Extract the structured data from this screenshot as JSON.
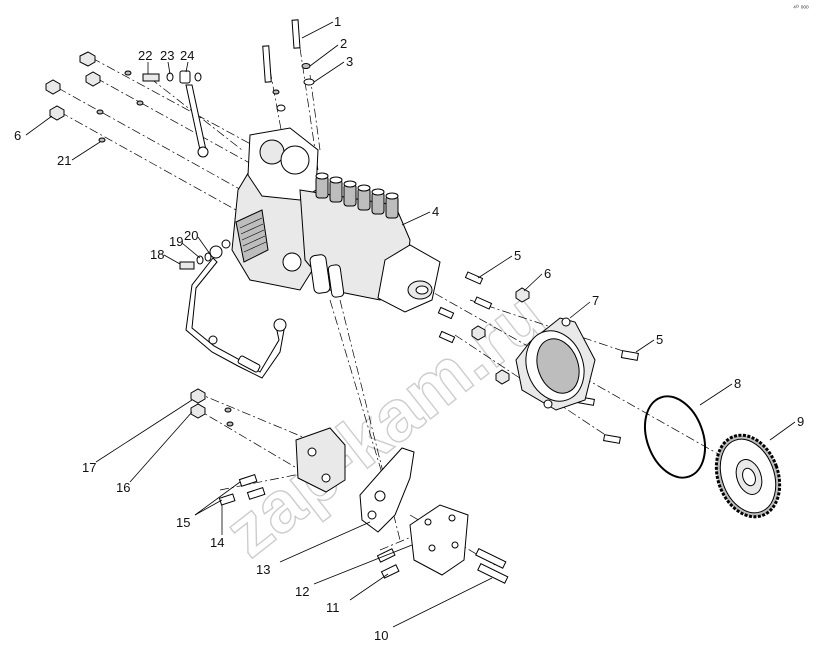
{
  "diagram": {
    "watermark": "zap-kam.ru",
    "corner_mark": "⁴⁰ ᵒᵒᵒ",
    "callouts": [
      {
        "id": "1",
        "label": "1"
      },
      {
        "id": "2",
        "label": "2"
      },
      {
        "id": "3",
        "label": "3"
      },
      {
        "id": "4",
        "label": "4"
      },
      {
        "id": "5a",
        "label": "5"
      },
      {
        "id": "6a",
        "label": "6"
      },
      {
        "id": "7",
        "label": "7"
      },
      {
        "id": "5b",
        "label": "5"
      },
      {
        "id": "8",
        "label": "8"
      },
      {
        "id": "9",
        "label": "9"
      },
      {
        "id": "6b",
        "label": "6"
      },
      {
        "id": "21",
        "label": "21"
      },
      {
        "id": "22",
        "label": "22"
      },
      {
        "id": "23",
        "label": "23"
      },
      {
        "id": "24",
        "label": "24"
      },
      {
        "id": "18",
        "label": "18"
      },
      {
        "id": "19",
        "label": "19"
      },
      {
        "id": "20",
        "label": "20"
      },
      {
        "id": "17",
        "label": "17"
      },
      {
        "id": "16",
        "label": "16"
      },
      {
        "id": "15",
        "label": "15"
      },
      {
        "id": "14",
        "label": "14"
      },
      {
        "id": "13",
        "label": "13"
      },
      {
        "id": "12",
        "label": "12"
      },
      {
        "id": "11",
        "label": "11"
      },
      {
        "id": "10",
        "label": "10"
      }
    ]
  }
}
